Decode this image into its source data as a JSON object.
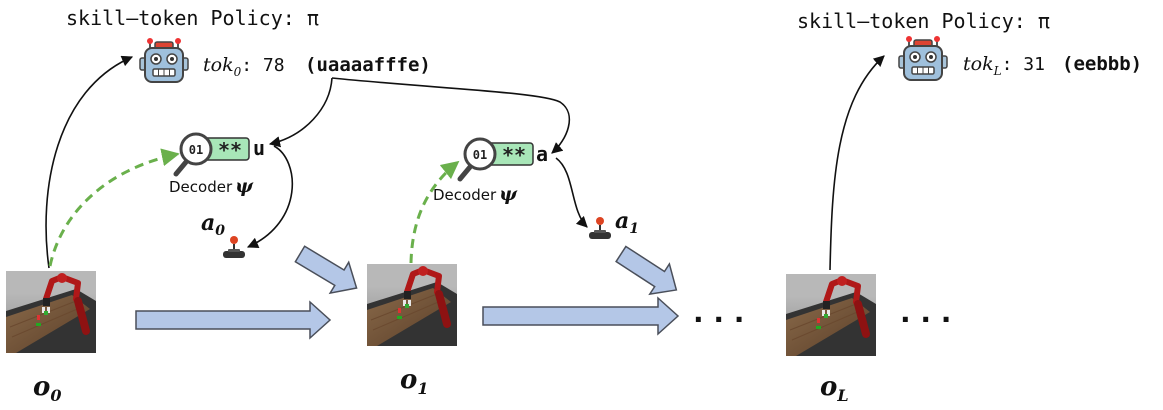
{
  "policy_left": {
    "title": "skill–token Policy: π",
    "token_var": "tok",
    "token_sub": "0",
    "token_value": ": 78",
    "token_string": "(uaaaafffe)"
  },
  "policy_right": {
    "title": "skill–token Policy: π",
    "token_var": "tok",
    "token_sub": "L",
    "token_value": ": 31",
    "token_string": "(eebbb)"
  },
  "decoders": [
    {
      "label": "Decoder",
      "symbol": "ψ",
      "token": "u",
      "badge_bits": "01",
      "badge_stars": "**"
    },
    {
      "label": "Decoder",
      "symbol": "ψ",
      "token": "a",
      "badge_bits": "01",
      "badge_stars": "**"
    }
  ],
  "actions": [
    {
      "var": "a",
      "sub": "0"
    },
    {
      "var": "a",
      "sub": "1"
    }
  ],
  "observations": [
    {
      "var": "o",
      "sub": "0"
    },
    {
      "var": "o",
      "sub": "1"
    },
    {
      "var": "o",
      "sub": "L"
    }
  ],
  "ellipsis": ". . .",
  "icons": [
    "robot-icon",
    "magnifier-icon",
    "joystick-icon",
    "robot-arm-scene"
  ],
  "colors": {
    "arrow_fill": "#b4c7e7",
    "arrow_stroke": "#4a4f5a",
    "dashed_green": "#6ab04c",
    "badge_green": "#a8e6b8",
    "robot_red": "#b01818"
  }
}
